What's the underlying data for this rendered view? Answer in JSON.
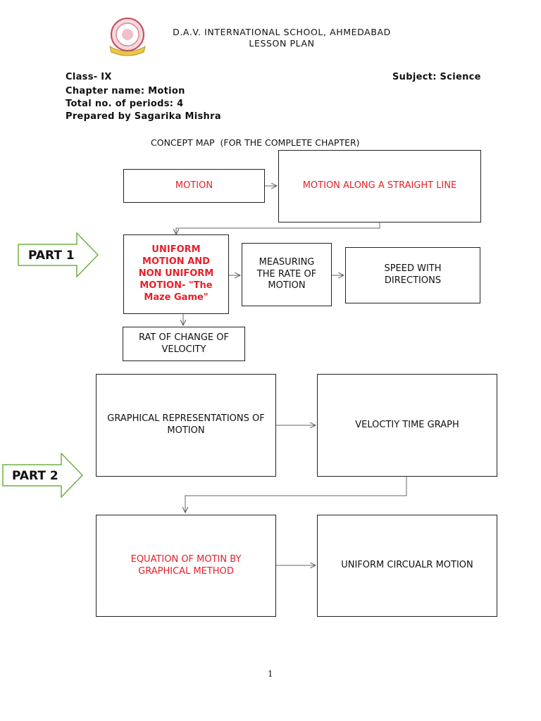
{
  "header": {
    "school": "D.A.V. INTERNATIONAL SCHOOL, AHMEDABAD",
    "doc_type": "LESSON PLAN"
  },
  "meta": {
    "class": "Class- IX",
    "subject": "Subject: Science",
    "chapter": "Chapter name: Motion",
    "periods": "Total no. of periods: 4",
    "prepared_by": "Prepared by Sagarika Mishra"
  },
  "concept_map": {
    "title": "CONCEPT MAP  (FOR THE COMPLETE CHAPTER)",
    "nodes": {
      "motion": "MOTION",
      "straight_line": "MOTION ALONG A STRAIGHT LINE",
      "uniform": "UNIFORM MOTION AND NON UNIFORM MOTION- \"The Maze Game\"",
      "measuring": "MEASURING THE RATE OF MOTION",
      "speed": "SPEED WITH DIRECTIONS",
      "rate_change": "RAT OF CHANGE OF VELOCITY",
      "graphical": "GRAPHICAL REPRESENTATIONS OF MOTION",
      "vt_graph": "VELOCTIY TIME GRAPH",
      "equation": "EQUATION OF MOTIN BY GRAPHICAL METHOD",
      "circular": "UNIFORM CIRCUALR MOTION"
    },
    "parts": [
      "PART 1",
      "PART 2"
    ],
    "colors": {
      "highlight": "#e8202a",
      "arrow_fill": "#ffffff",
      "arrow_stroke": "#6db33f"
    }
  },
  "footer": {
    "page_number": "1"
  }
}
